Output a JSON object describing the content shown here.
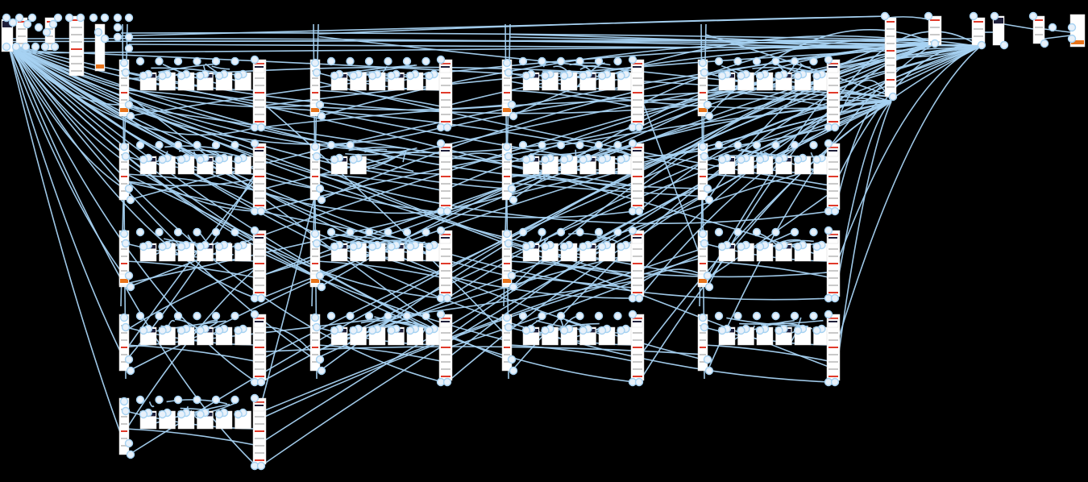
{
  "colors": {
    "background": "#000000",
    "edge": "#a6d2f2",
    "node_fill": "#e8f1fa",
    "node_stroke": "#a6d2f2",
    "card_fill": "#ffffff",
    "accent_red": "#e03a2a",
    "accent_orange": "#e8731a",
    "thumb_dark": "#1f1f3a",
    "thumb_purple": "#6a4fb5"
  },
  "diagram": {
    "type": "node-graph",
    "grid": {
      "columns": 4,
      "rows_per_column": [
        5,
        4,
        4,
        4
      ],
      "extra_rows_first_column": 1
    },
    "node_appearance": "circle",
    "edge_style": "curved",
    "labels_visible": false
  }
}
